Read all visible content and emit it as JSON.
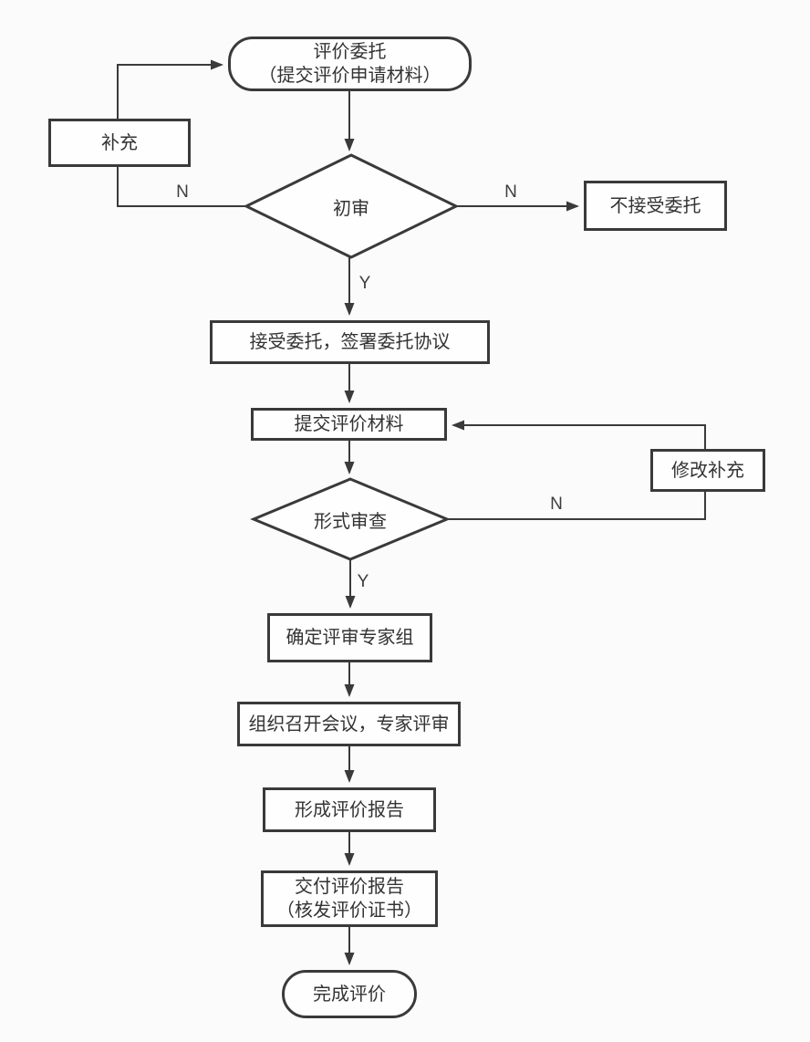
{
  "flowchart": {
    "nodes": {
      "start": {
        "line1": "评价委托",
        "line2": "（提交评价申请材料）"
      },
      "supplement": {
        "label": "补充"
      },
      "initial_review": {
        "label": "初审"
      },
      "reject": {
        "label": "不接受委托"
      },
      "accept": {
        "label": "接受委托，签署委托协议"
      },
      "submit": {
        "label": "提交评价材料"
      },
      "modify": {
        "label": "修改补充"
      },
      "formal_review": {
        "label": "形式审查"
      },
      "expert_group": {
        "label": "确定评审专家组"
      },
      "meeting": {
        "label": "组织召开会议，专家评审"
      },
      "report": {
        "label": "形成评价报告"
      },
      "deliver": {
        "line1": "交付评价报告",
        "line2": "（核发评价证书）"
      },
      "finish": {
        "label": "完成评价"
      }
    },
    "edge_labels": {
      "initial_n_left": "N",
      "initial_n_right": "N",
      "initial_y": "Y",
      "formal_n": "N",
      "formal_y": "Y"
    },
    "colors": {
      "stroke": "#3a3a3a",
      "text": "#333333",
      "background": "#fbfbfb"
    }
  }
}
